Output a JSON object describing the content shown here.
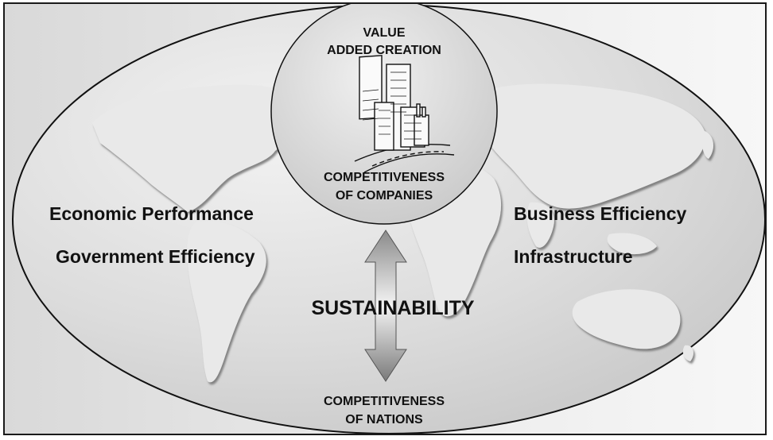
{
  "diagram": {
    "top_circle": {
      "title_line1": "VALUE",
      "title_line2": "ADDED CREATION",
      "sub_line1": "COMPETITIVENESS",
      "sub_line2": "OF COMPANIES"
    },
    "left_factors": [
      "Economic Performance",
      "Government Efficiency"
    ],
    "right_factors": [
      "Business Efficiency",
      "Infrastructure"
    ],
    "center_label": "SUSTAINABILITY",
    "bottom_label_line1": "COMPETITIVENESS",
    "bottom_label_line2": "OF NATIONS"
  }
}
